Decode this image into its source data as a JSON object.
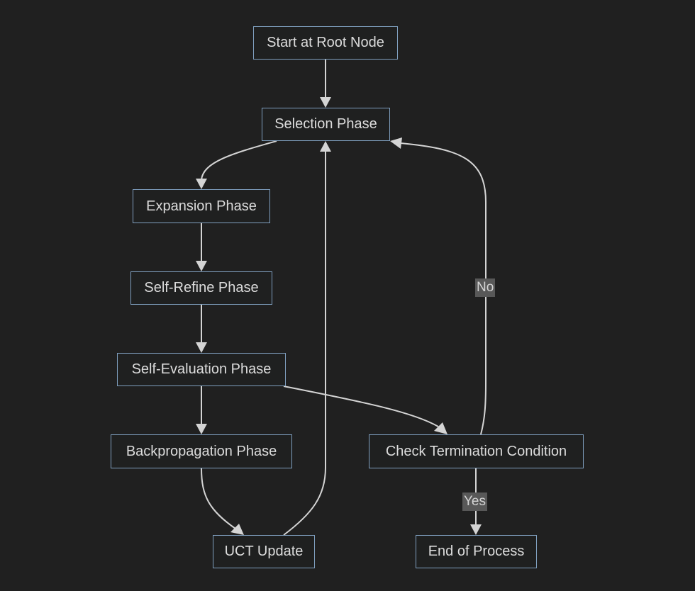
{
  "nodes": {
    "start": "Start at Root Node",
    "selection": "Selection Phase",
    "expansion": "Expansion Phase",
    "self_refine": "Self-Refine Phase",
    "self_evaluation": "Self-Evaluation Phase",
    "backpropagation": "Backpropagation Phase",
    "check_termination": "Check Termination Condition",
    "uct_update": "UCT Update",
    "end": "End of Process"
  },
  "edge_labels": {
    "no": "No",
    "yes": "Yes"
  },
  "colors": {
    "background": "#202020",
    "node_border": "#7f9fbf",
    "text": "#dcdcdc",
    "edge": "#d4d4d4",
    "label_bg": "#585858"
  }
}
